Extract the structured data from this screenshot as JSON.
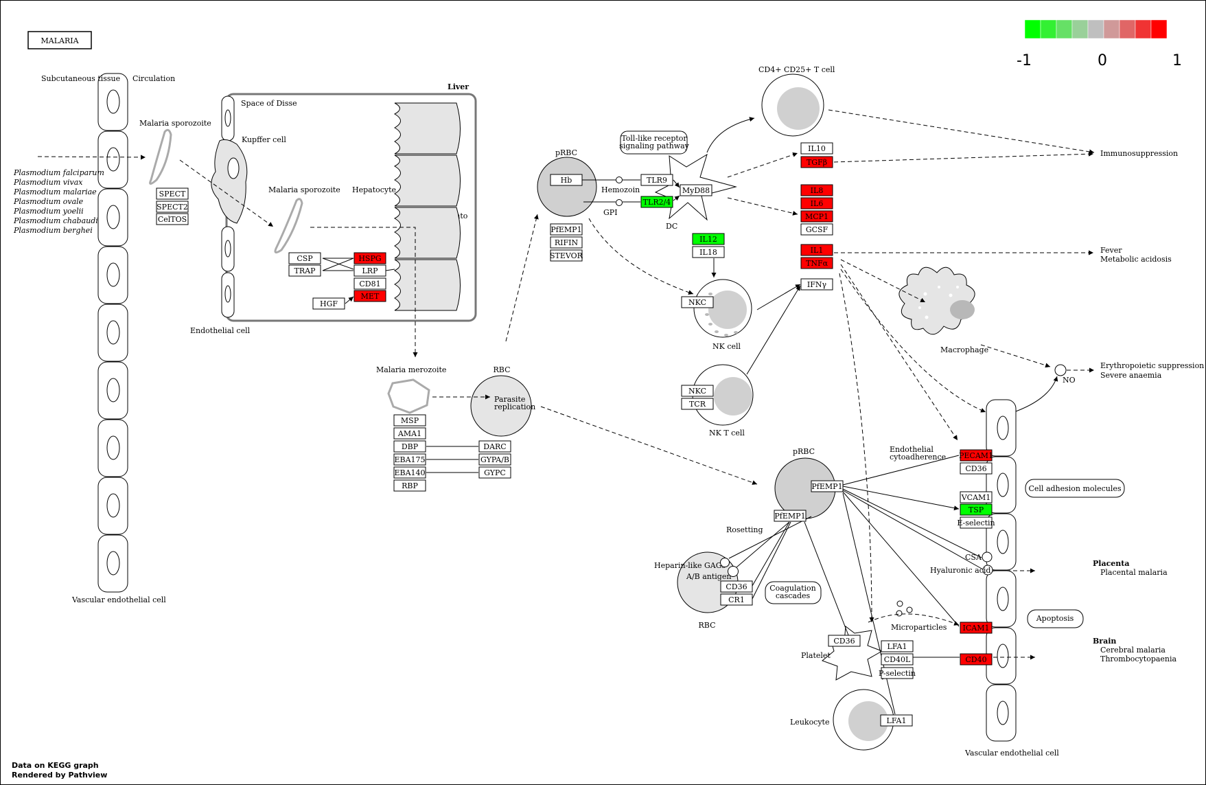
{
  "title": "MALARIA",
  "colors": {
    "up": "#ff0000",
    "down": "#00ff00",
    "none": "#ffffff",
    "cell": "#d9d9d9",
    "line": "#000000"
  },
  "legend": {
    "min_label": "-1",
    "mid_label": "0",
    "max_label": "1",
    "steps": [
      "#00ff00",
      "#33f033",
      "#66e066",
      "#99d099",
      "#bfbfbf",
      "#d09999",
      "#e06666",
      "#f03333",
      "#ff0000"
    ]
  },
  "footer": {
    "line1": "Data on KEGG graph",
    "line2": "Rendered by Pathview"
  },
  "species": [
    "Plasmodium falciparum",
    "Plasmodium vivax",
    "Plasmodium malariae",
    "Plasmodium ovale",
    "Plasmodium yoelii",
    "Plasmodium chabaudi",
    "Plasmodium berghei"
  ],
  "labels": {
    "subcutaneous": "Subcutaneous tissue",
    "circulation": "Circulation",
    "sporozoite1": "Malaria sporozoite",
    "vascular_left": "Vascular endothelial cell",
    "liver": "Liver",
    "space_disse": "Space of Disse",
    "kupffer": "Kupffer cell",
    "sporozoite2": "Malaria sporozoite",
    "hepatocyte": "Hepatocyte",
    "transform": "Transform into merozoite",
    "endothelial": "Endothelial cell",
    "merozoite": "Malaria merozoite",
    "rbc1": "RBC",
    "parasite": "Parasite replication",
    "prbc1": "pRBC",
    "hemozoin": "Hemozoin",
    "gpi": "GPI",
    "tlr_pathway": "Toll-like receptor signaling pathway",
    "dc": "DC",
    "cd4": "CD4+ CD25+ T cell",
    "immuno": "Immunosuppression",
    "fever": "Fever",
    "metabolic": "Metabolic acidosis",
    "nk_cell": "NK cell",
    "nkt_cell": "NK T cell",
    "macrophage": "Macrophage",
    "no": "NO",
    "erythro": "Erythropoietic suppression",
    "anaemia": "Severe anaemia",
    "prbc2": "pRBC",
    "endo_cyto": "Endothelial cytoadherence",
    "cell_adhesion": "Cell adhesion molecules",
    "rosetting": "Rosetting",
    "heparin": "Heparin-like GAGs",
    "ab_antigen": "A/B antigen",
    "rbc2": "RBC",
    "coagulation": "Coagulation cascades",
    "csa": "CSA",
    "hyaluronic": "Hyaluronic acid",
    "placenta": "Placenta",
    "placental_malaria": "Placental malaria",
    "apoptosis": "Apoptosis",
    "microparticles": "Microparticles",
    "platelet": "Platelet",
    "brain": "Brain",
    "cerebral": "Cerebral malaria",
    "thrombo": "Thrombocytopaenia",
    "leukocyte": "Leukocyte",
    "vascular_right": "Vascular endothelial cell"
  },
  "genes": [
    {
      "id": "spect",
      "label": "SPECT",
      "state": "none"
    },
    {
      "id": "spect2",
      "label": "SPECT2",
      "state": "none"
    },
    {
      "id": "celtos",
      "label": "CelTOS",
      "state": "none"
    },
    {
      "id": "csp",
      "label": "CSP",
      "state": "none"
    },
    {
      "id": "trap",
      "label": "TRAP",
      "state": "none"
    },
    {
      "id": "hspg",
      "label": "HSPG",
      "state": "up"
    },
    {
      "id": "lrp",
      "label": "LRP",
      "state": "none"
    },
    {
      "id": "cd81",
      "label": "CD81",
      "state": "none"
    },
    {
      "id": "met",
      "label": "MET",
      "state": "up"
    },
    {
      "id": "hgf",
      "label": "HGF",
      "state": "none"
    },
    {
      "id": "msp",
      "label": "MSP",
      "state": "none"
    },
    {
      "id": "ama1",
      "label": "AMA1",
      "state": "none"
    },
    {
      "id": "dbp",
      "label": "DBP",
      "state": "none"
    },
    {
      "id": "eba175",
      "label": "EBA175",
      "state": "none"
    },
    {
      "id": "eba140",
      "label": "EBA140",
      "state": "none"
    },
    {
      "id": "rbp",
      "label": "RBP",
      "state": "none"
    },
    {
      "id": "darc",
      "label": "DARC",
      "state": "none"
    },
    {
      "id": "gypab",
      "label": "GYPA/B",
      "state": "none"
    },
    {
      "id": "gypc",
      "label": "GYPC",
      "state": "none"
    },
    {
      "id": "hb",
      "label": "Hb",
      "state": "none"
    },
    {
      "id": "pfemp1a",
      "label": "PfEMP1",
      "state": "none"
    },
    {
      "id": "rifin",
      "label": "RIFIN",
      "state": "none"
    },
    {
      "id": "stevor",
      "label": "STEVOR",
      "state": "none"
    },
    {
      "id": "tlr9",
      "label": "TLR9",
      "state": "none"
    },
    {
      "id": "tlr24",
      "label": "TLR2/4",
      "state": "down"
    },
    {
      "id": "myd88",
      "label": "MyD88",
      "state": "none"
    },
    {
      "id": "il12",
      "label": "IL12",
      "state": "down"
    },
    {
      "id": "il18",
      "label": "IL18",
      "state": "none"
    },
    {
      "id": "il10",
      "label": "IL10",
      "state": "none"
    },
    {
      "id": "tgfb",
      "label": "TGFβ",
      "state": "up"
    },
    {
      "id": "il8",
      "label": "IL8",
      "state": "up"
    },
    {
      "id": "il6",
      "label": "IL6",
      "state": "up"
    },
    {
      "id": "mcp1",
      "label": "MCP1",
      "state": "up"
    },
    {
      "id": "gcsf",
      "label": "GCSF",
      "state": "none"
    },
    {
      "id": "il1",
      "label": "IL1",
      "state": "up"
    },
    {
      "id": "tnfa",
      "label": "TNFα",
      "state": "up"
    },
    {
      "id": "ifny",
      "label": "IFNγ",
      "state": "none"
    },
    {
      "id": "nkc1",
      "label": "NKC",
      "state": "none"
    },
    {
      "id": "nkc2",
      "label": "NKC",
      "state": "none"
    },
    {
      "id": "tcr",
      "label": "TCR",
      "state": "none"
    },
    {
      "id": "pecam1",
      "label": "PECAM1",
      "state": "up"
    },
    {
      "id": "cd36a",
      "label": "CD36",
      "state": "none"
    },
    {
      "id": "vcam1",
      "label": "VCAM1",
      "state": "none"
    },
    {
      "id": "tsp",
      "label": "TSP",
      "state": "down"
    },
    {
      "id": "eselectin",
      "label": "E-selectin",
      "state": "none"
    },
    {
      "id": "pfemp1b",
      "label": "PfEMP1",
      "state": "none"
    },
    {
      "id": "pfemp1c",
      "label": "PfEMP1",
      "state": "none"
    },
    {
      "id": "cd36b",
      "label": "CD36",
      "state": "none"
    },
    {
      "id": "cr1",
      "label": "CR1",
      "state": "none"
    },
    {
      "id": "icam1",
      "label": "ICAM1",
      "state": "up"
    },
    {
      "id": "cd36c",
      "label": "CD36",
      "state": "none"
    },
    {
      "id": "lfa1a",
      "label": "LFA1",
      "state": "none"
    },
    {
      "id": "cd40l",
      "label": "CD40L",
      "state": "none"
    },
    {
      "id": "pselectin",
      "label": "P-selectin",
      "state": "none"
    },
    {
      "id": "cd40",
      "label": "CD40",
      "state": "up"
    },
    {
      "id": "lfa1b",
      "label": "LFA1",
      "state": "none"
    }
  ]
}
